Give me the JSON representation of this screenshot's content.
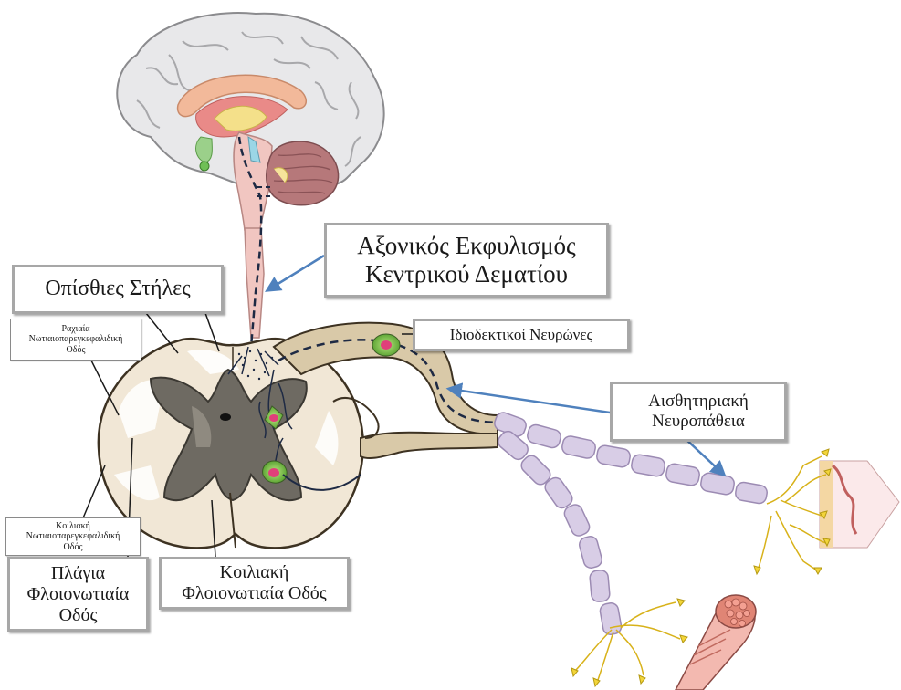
{
  "labels": {
    "axonal_degeneration": "Αξονικός  Εκφυλισμός\nΚεντρικού  Δεματίου",
    "dorsal_columns": "Οπίσθιες  Στήλες",
    "dorsal_spinocerebellar": "Ραχιαία\nΝωτιαιοπαρεγκεφαλιδική\nΟδός",
    "proprioceptive_neurons": "Ιδιοδεκτικοί  Νευρώνες",
    "sensory_neuropathy": "Αισθητηριακή\nΝευροπάθεια",
    "ventral_spinocerebellar": "Κοιλιακή\nΝωτιαιοπαρεγκεφαλιδική\nΟδός",
    "lateral_corticospinal": "Πλάγια\nΦλοιονωτιαία\nΟδός",
    "ventral_corticospinal": "Κοιλιακή\nΦλοιονωτιαία  Οδός"
  },
  "colors": {
    "arrow": "#4f81bd",
    "white_matter": "#f1e7d6",
    "grey_matter": "#6e6a62",
    "nerve_fiber": "#d9c9a8",
    "myelin": "#d8cde6",
    "neuron_body": "#7ec44f",
    "nucleus": "#e0407a",
    "brain": "#e8e8ea",
    "cerebellum": "#b6787a",
    "muscle": "#e08575",
    "skin": "#f4d7a3"
  },
  "icons": [
    "brain-icon",
    "spinal-cord-icon",
    "neuron-icon",
    "muscle-icon",
    "skin-icon"
  ]
}
